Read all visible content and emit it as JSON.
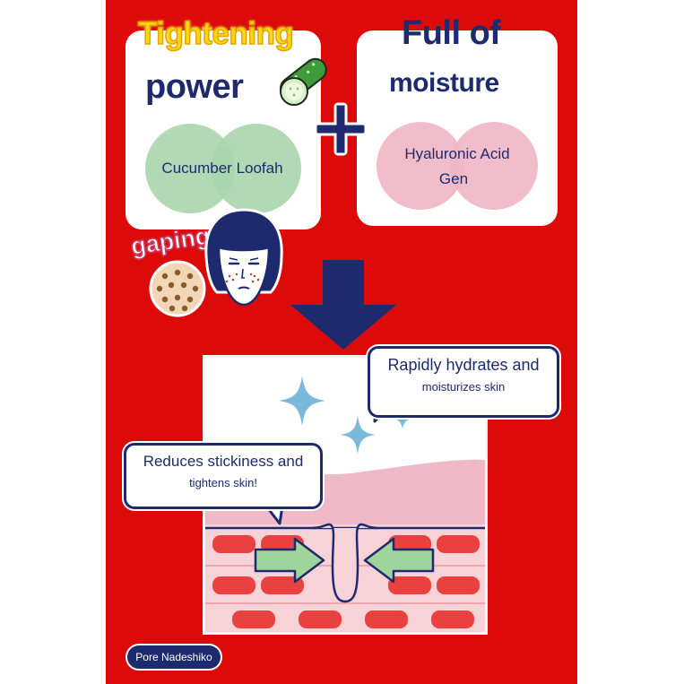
{
  "headline": {
    "left_top": "Tightening",
    "left_bottom": "power",
    "right_top": "Full of",
    "right_bottom": "moisture"
  },
  "ingredients": {
    "left": "Cucumber Loofah",
    "right_line1": "Hyaluronic Acid",
    "right_line2": "Gen"
  },
  "problem_label": "gaping",
  "callouts": {
    "hydrate_main": "Rapidly hydrates and",
    "hydrate_sub": "moisturizes skin",
    "tighten_main": "Reduces stickiness and",
    "tighten_sub": "tightens skin!"
  },
  "brand_badge": "Pore Nadeshiko",
  "icons": [
    "cucumber-icon",
    "plus-icon",
    "down-arrow-icon",
    "pore-icon",
    "face-icon",
    "sparkle-icon",
    "inward-arrow-icon"
  ],
  "colors": {
    "background_red": "#dd0a0a",
    "navy": "#1e2a6e",
    "yellow": "#ffd814",
    "green_circle": "#a9d6ae",
    "pink_circle": "#f0b7c6",
    "sparkle_blue": "#7ab9db",
    "arrow_green": "#9fd49a"
  }
}
